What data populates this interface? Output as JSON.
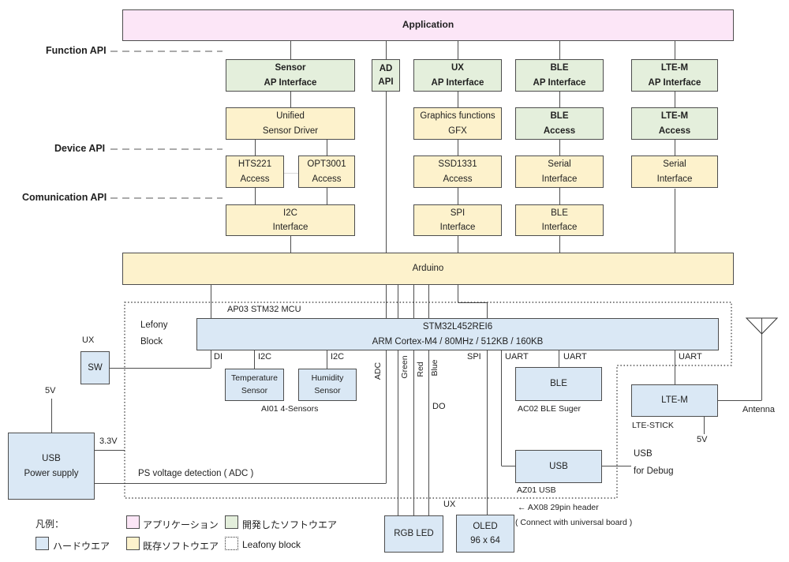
{
  "api_labels": {
    "function": "Function API",
    "device": "Device API",
    "communication": "Comunication API"
  },
  "boxes": {
    "application": {
      "l1": "Application"
    },
    "sensor_ap": {
      "l1": "Sensor",
      "l2": "AP Interface"
    },
    "ad_api": {
      "l1": "AD",
      "l2": "API"
    },
    "ux_ap": {
      "l1": "UX",
      "l2": "AP Interface"
    },
    "ble_ap": {
      "l1": "BLE",
      "l2": "AP Interface"
    },
    "lte_ap": {
      "l1": "LTE-M",
      "l2": "AP Interface"
    },
    "unified": {
      "l1": "Unified",
      "l2": "Sensor Driver"
    },
    "gfx": {
      "l1": "Graphics functions",
      "l2": "GFX"
    },
    "ble_access": {
      "l1": "BLE",
      "l2": "Access"
    },
    "lte_access": {
      "l1": "LTE-M",
      "l2": "Access"
    },
    "hts221": {
      "l1": "HTS221",
      "l2": "Access"
    },
    "opt3001": {
      "l1": "OPT3001",
      "l2": "Access"
    },
    "ssd1331": {
      "l1": "SSD1331",
      "l2": "Access"
    },
    "serial_ble": {
      "l1": "Serial",
      "l2": "Interface"
    },
    "serial_lte": {
      "l1": "Serial",
      "l2": "Interface"
    },
    "i2c_if": {
      "l1": "I2C",
      "l2": "Interface"
    },
    "spi_if": {
      "l1": "SPI",
      "l2": "Interface"
    },
    "ble_if": {
      "l1": "BLE",
      "l2": "Interface"
    },
    "arduino": {
      "l1": "Arduino"
    },
    "stm32": {
      "l1": "STM32L452REI6",
      "l2": "ARM Cortex-M4 / 80MHz / 512KB / 160KB"
    },
    "sw": {
      "l1": "SW"
    },
    "temp": {
      "l1": "Temperature",
      "l2": "Sensor"
    },
    "humidity": {
      "l1": "Humidity",
      "l2": "Sensor"
    },
    "ble_hw": {
      "l1": "BLE"
    },
    "lte_hw": {
      "l1": "LTE-M"
    },
    "usb_hw": {
      "l1": "USB"
    },
    "usb_ps": {
      "l1": "USB",
      "l2": "Power supply"
    },
    "rgb_led": {
      "l1": "RGB LED"
    },
    "oled": {
      "l1": "OLED",
      "l2": "96 x 64"
    }
  },
  "pin_labels": {
    "di": "DI",
    "i2c_1": "I2C",
    "i2c_2": "I2C",
    "adc": "ADC",
    "green": "Green",
    "red": "Red",
    "blue": "Blue",
    "do": "DO",
    "spi": "SPI",
    "uart_1": "UART",
    "uart_2": "UART",
    "uart_3": "UART"
  },
  "annotations": {
    "ap03": "AP03 STM32 MCU",
    "lefony1": "Lefony",
    "lefony2": "Block",
    "ux_sw": "UX",
    "v5_left": "5V",
    "v33": "3.3V",
    "ps_detect": "PS voltage detection ( ADC )",
    "ai01": "AI01 4-Sensors",
    "ac02": "AC02 BLE Suger",
    "az01": "AZ01 USB",
    "lte_stick": "LTE-STICK",
    "v5_lte": "5V",
    "antenna": "Antenna",
    "usb_debug1": "USB",
    "usb_debug2": "for Debug",
    "ux_bottom": "UX",
    "ax08": "← AX08 29pin header",
    "connect": "( Connect with universal board )"
  },
  "legend": {
    "title": "凡例：",
    "app": "アプリケーション",
    "dev_sw": "開発したソフトウエア",
    "hw": "ハードウエア",
    "exist_sw": "既存ソフトウエア",
    "leafony": "Leafony block"
  },
  "colors": {
    "pink": "#fce6f7",
    "green": "#e4efdc",
    "yellow": "#fdf2cc",
    "blue": "#dae8f5",
    "border": "#4d4d4d",
    "line": "#4d4d4d",
    "dash": "#8f8f8f",
    "ink": "#1f1f1f"
  }
}
